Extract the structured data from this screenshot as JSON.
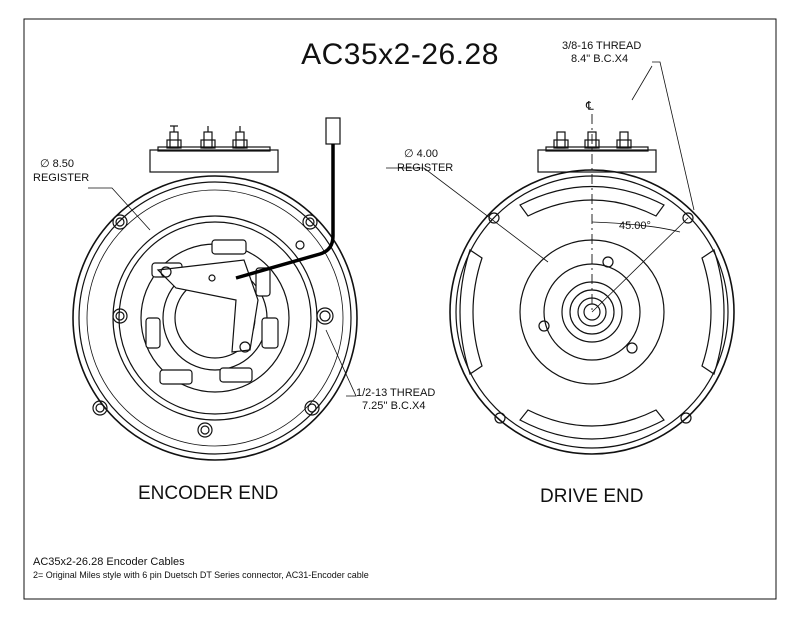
{
  "title": "AC35x2-26.28",
  "encoder_view": {
    "label": "ENCODER END",
    "register_dim": "∅ 8.50",
    "register_text": "REGISTER",
    "thread_dim": "1/2-13 THREAD",
    "thread_bc": "7.25'' B.C.X4"
  },
  "drive_view": {
    "label": "DRIVE END",
    "register_dim": "∅ 4.00",
    "register_text": "REGISTER",
    "thread_dim": "3/8-16 THREAD",
    "thread_bc": "8.4\" B.C.X4",
    "angle": "45.00°",
    "centerline": "℄"
  },
  "notes": {
    "heading": "AC35x2-26.28 Encoder Cables",
    "line1": "2= Original Miles style with 6 pin Duetsch DT Series connector, AC31-Encoder cable"
  }
}
